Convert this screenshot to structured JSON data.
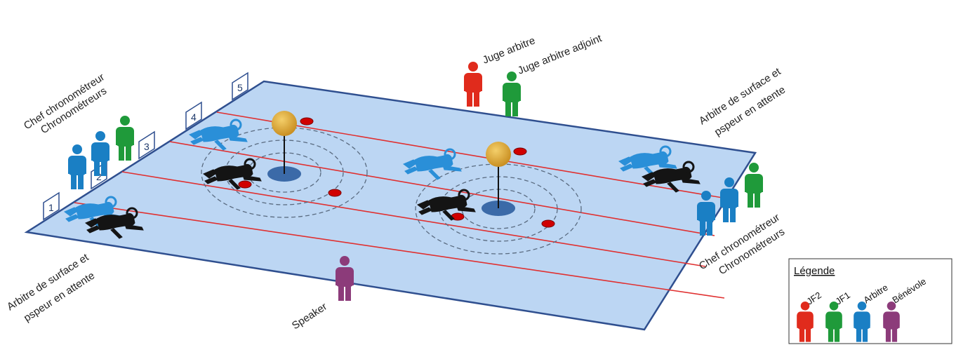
{
  "colors": {
    "pool_fill": "#bcd6f3",
    "pool_edge": "#2f4f8f",
    "lane_line": "#e03030",
    "jf2": "#e02b1c",
    "jf1": "#1f9a3a",
    "arbitre": "#1a7fc4",
    "benevole": "#8c3b7a",
    "diver_blue": "#2a8fd8",
    "diver_black": "#141414",
    "buoy": "#e0a93c",
    "puck": "#d00000"
  },
  "lane_numbers": [
    "1",
    "2",
    "3",
    "4",
    "5"
  ],
  "labels": {
    "top_left_1": "Chef chronométreur",
    "top_left_2": "Chronométreurs",
    "juge_arbitre": "Juge arbitre",
    "juge_arbitre_adjoint": "Juge arbitre adjoint",
    "top_right_1": "Arbitre de surface et",
    "top_right_2": "pspeur en attente",
    "bottom_left_1": "Arbitre de surface et",
    "bottom_left_2": "pspeur en attente",
    "speaker": "Speaker",
    "bottom_right_1": "Chef chronométreur",
    "bottom_right_2": "Chronométreurs"
  },
  "legend": {
    "title": "Légende",
    "items": [
      {
        "label": "JF2",
        "role": "jf2"
      },
      {
        "label": "JF1",
        "role": "jf1"
      },
      {
        "label": "Arbitre",
        "role": "arbitre"
      },
      {
        "label": "Bénévole",
        "role": "benevole"
      }
    ]
  }
}
